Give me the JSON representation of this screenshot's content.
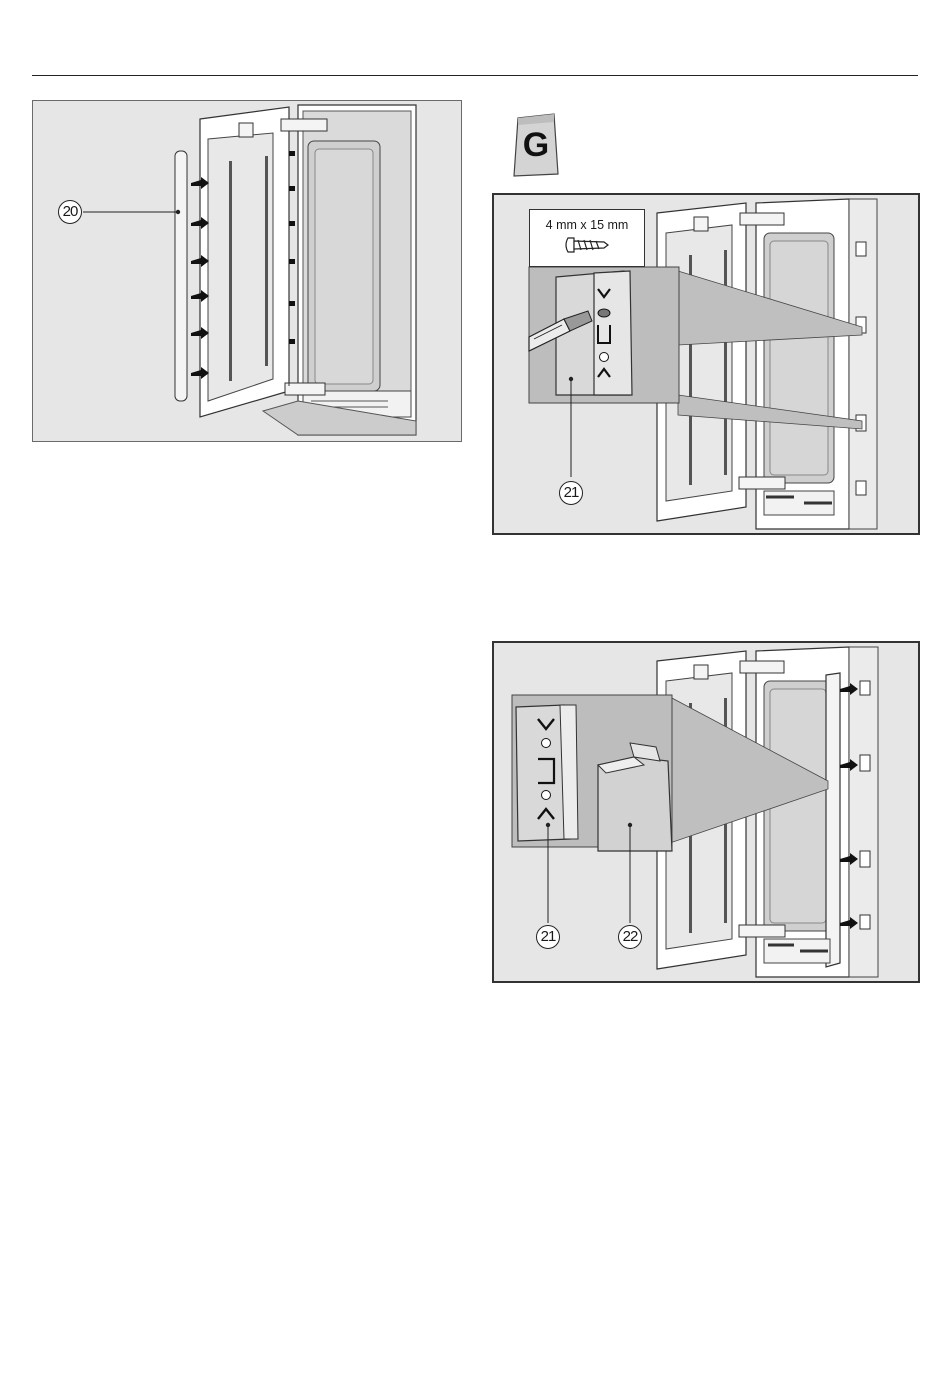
{
  "figures": {
    "fig1": {
      "callout": "20"
    },
    "fig2": {
      "screw_size": "4 mm x 15 mm",
      "callout": "21"
    },
    "fig3": {
      "callout_a": "21",
      "callout_b": "22"
    }
  },
  "bag": {
    "letter": "G"
  },
  "colors": {
    "panel_bg": "#e6e6e6",
    "line": "#333333",
    "frame": "#ffffff"
  }
}
